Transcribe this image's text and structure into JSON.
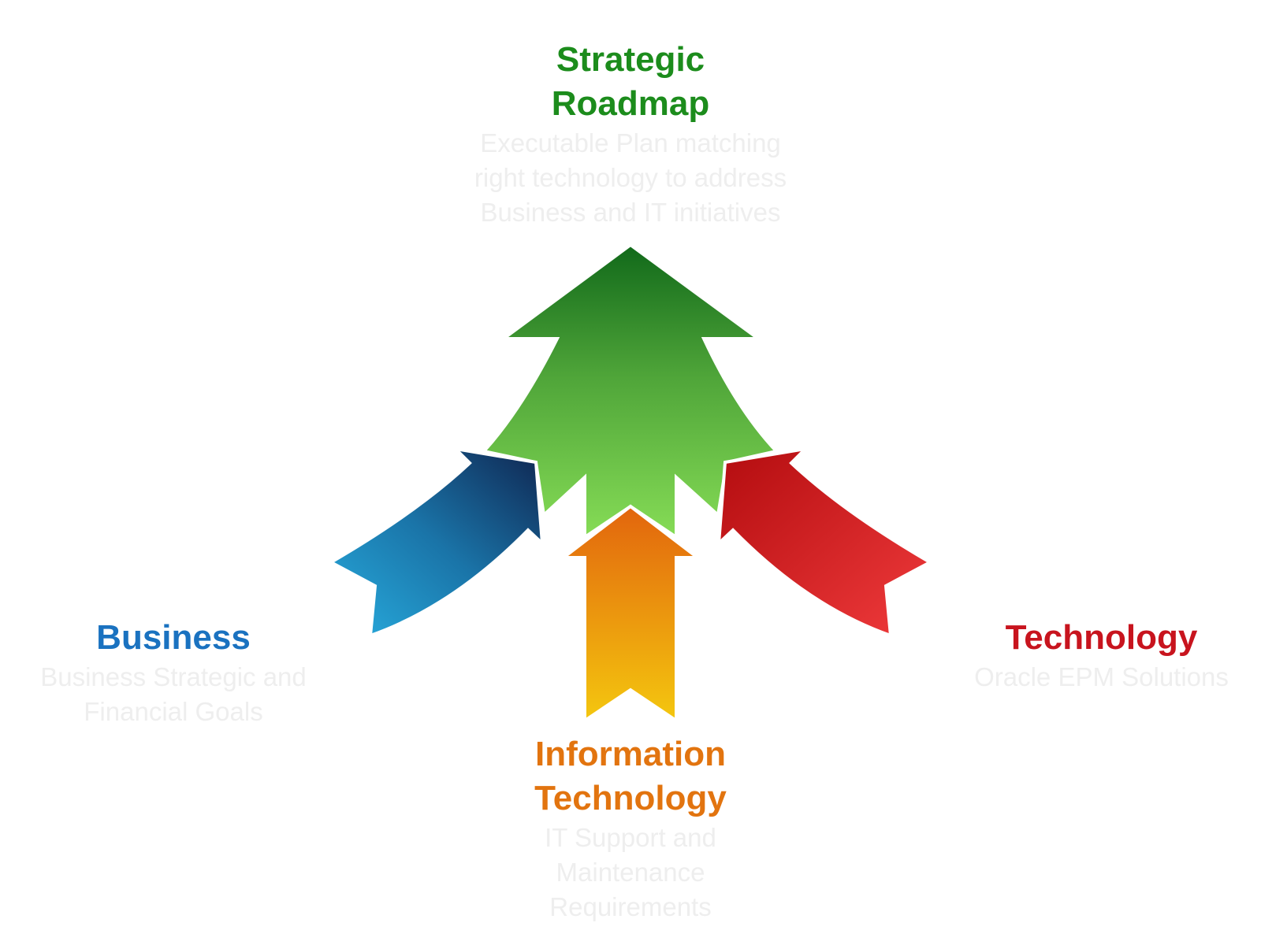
{
  "colors": {
    "roadmap": "#1c8c1c",
    "business": "#1a72c0",
    "technology": "#c8141e",
    "it": "#e2740f",
    "description": "#eeeeee"
  },
  "roadmap": {
    "title_lines": [
      "Strategic",
      "Roadmap"
    ],
    "description_lines": [
      "Executable Plan matching",
      "right technology to address",
      "Business and IT initiatives"
    ],
    "arrow_icon": "up-arrow-icon"
  },
  "business": {
    "title_lines": [
      "Business"
    ],
    "description_lines": [
      "Business Strategic and",
      "Financial Goals"
    ],
    "arrow_icon": "curved-arrow-icon"
  },
  "technology": {
    "title_lines": [
      "Technology"
    ],
    "description_lines": [
      "Oracle EPM Solutions"
    ],
    "arrow_icon": "curved-arrow-icon"
  },
  "information_technology": {
    "title_lines": [
      "Information",
      "Technology"
    ],
    "description_lines": [
      "IT Support and",
      "Maintenance",
      "Requirements"
    ],
    "arrow_icon": "up-arrow-icon"
  }
}
